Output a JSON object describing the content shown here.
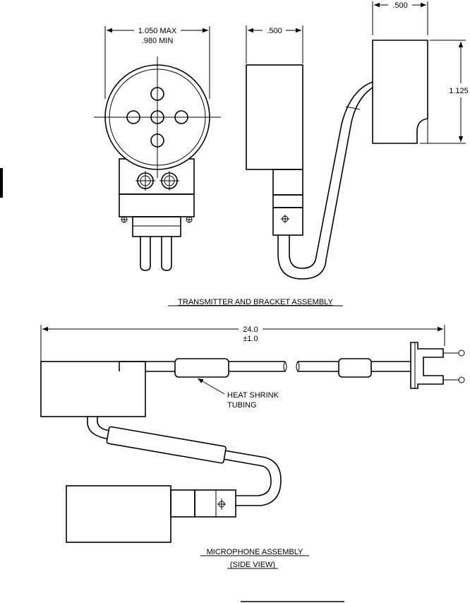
{
  "transmitter": {
    "dim_max": "1.050 MAX",
    "dim_min": ".980 MIN",
    "dim_width_mid": ".500",
    "dim_width_right": ".500",
    "dim_height": "1.125",
    "caption": "TRANSMITTER AND BRACKET ASSEMBLY"
  },
  "microphone": {
    "dim_length": "24.0",
    "dim_tolerance": "±1.0",
    "callout_line1": "HEAT SHRINK",
    "callout_line2": "TUBING",
    "caption_line1": "MICROPHONE ASSEMBLY",
    "caption_line2": "(SIDE VIEW)"
  }
}
